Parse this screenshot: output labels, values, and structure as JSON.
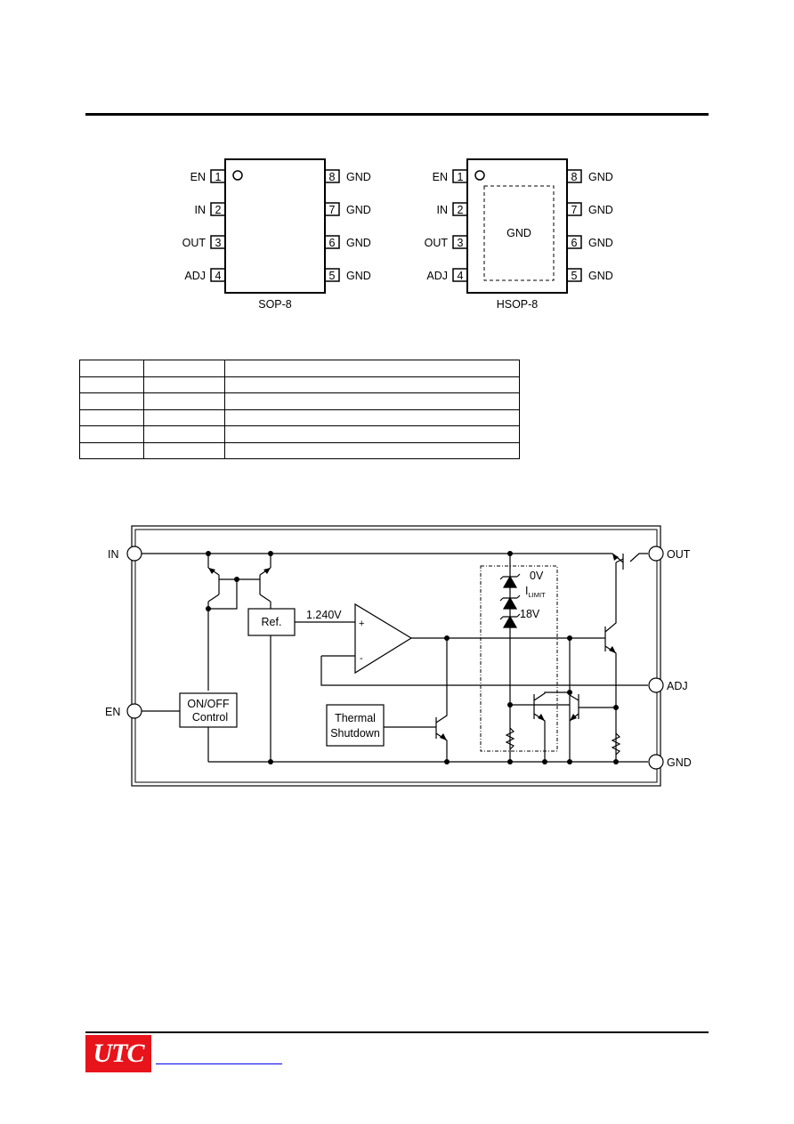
{
  "packages": {
    "sop8": {
      "name": "SOP-8",
      "left_pins": [
        {
          "label": "EN",
          "num": "1"
        },
        {
          "label": "IN",
          "num": "2"
        },
        {
          "label": "OUT",
          "num": "3"
        },
        {
          "label": "ADJ",
          "num": "4"
        }
      ],
      "right_pins": [
        {
          "label": "GND",
          "num": "8"
        },
        {
          "label": "GND",
          "num": "7"
        },
        {
          "label": "GND",
          "num": "6"
        },
        {
          "label": "GND",
          "num": "5"
        }
      ]
    },
    "hsop8": {
      "name": "HSOP-8",
      "pad_label": "GND",
      "left_pins": [
        {
          "label": "EN",
          "num": "1"
        },
        {
          "label": "IN",
          "num": "2"
        },
        {
          "label": "OUT",
          "num": "3"
        },
        {
          "label": "ADJ",
          "num": "4"
        }
      ],
      "right_pins": [
        {
          "label": "GND",
          "num": "8"
        },
        {
          "label": "GND",
          "num": "7"
        },
        {
          "label": "GND",
          "num": "6"
        },
        {
          "label": "GND",
          "num": "5"
        }
      ]
    }
  },
  "block_diagram": {
    "terminals": {
      "in": "IN",
      "en": "EN",
      "out": "OUT",
      "adj": "ADJ",
      "gnd": "GND"
    },
    "ref_block": "Ref.",
    "ref_voltage": "1.240V",
    "opamp_plus": "+",
    "opamp_minus": "-",
    "onoff_line1": "ON/OFF",
    "onoff_line2": "Control",
    "thermal_line1": "Thermal",
    "thermal_line2": "Shutdown",
    "zener_0v": "0V",
    "ilimit_main": "I",
    "ilimit_sub": "LIMIT",
    "zener_18v": "18V"
  },
  "footer": {
    "logo_text": "UTC"
  }
}
